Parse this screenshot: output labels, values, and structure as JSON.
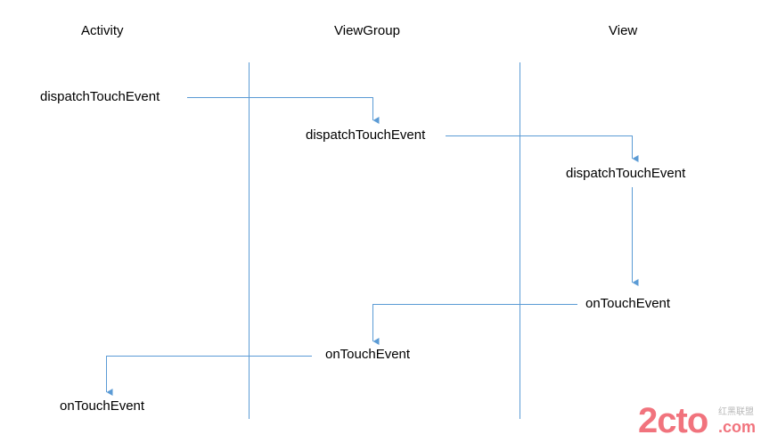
{
  "columns": {
    "activity": "Activity",
    "viewgroup": "ViewGroup",
    "view": "View"
  },
  "calls": {
    "activity_dispatch": "dispatchTouchEvent",
    "viewgroup_dispatch": "dispatchTouchEvent",
    "view_dispatch": "dispatchTouchEvent",
    "view_ontouch": "onTouchEvent",
    "viewgroup_ontouch": "onTouchEvent",
    "activity_ontouch": "onTouchEvent"
  },
  "colors": {
    "line": "#5b9bd5",
    "text": "#000000",
    "watermark_red": "#e60012",
    "watermark_gray": "#9a9a9a"
  },
  "watermark": {
    "logo": "2cto",
    "suffix": ".com",
    "tagline": "红黑联盟"
  }
}
